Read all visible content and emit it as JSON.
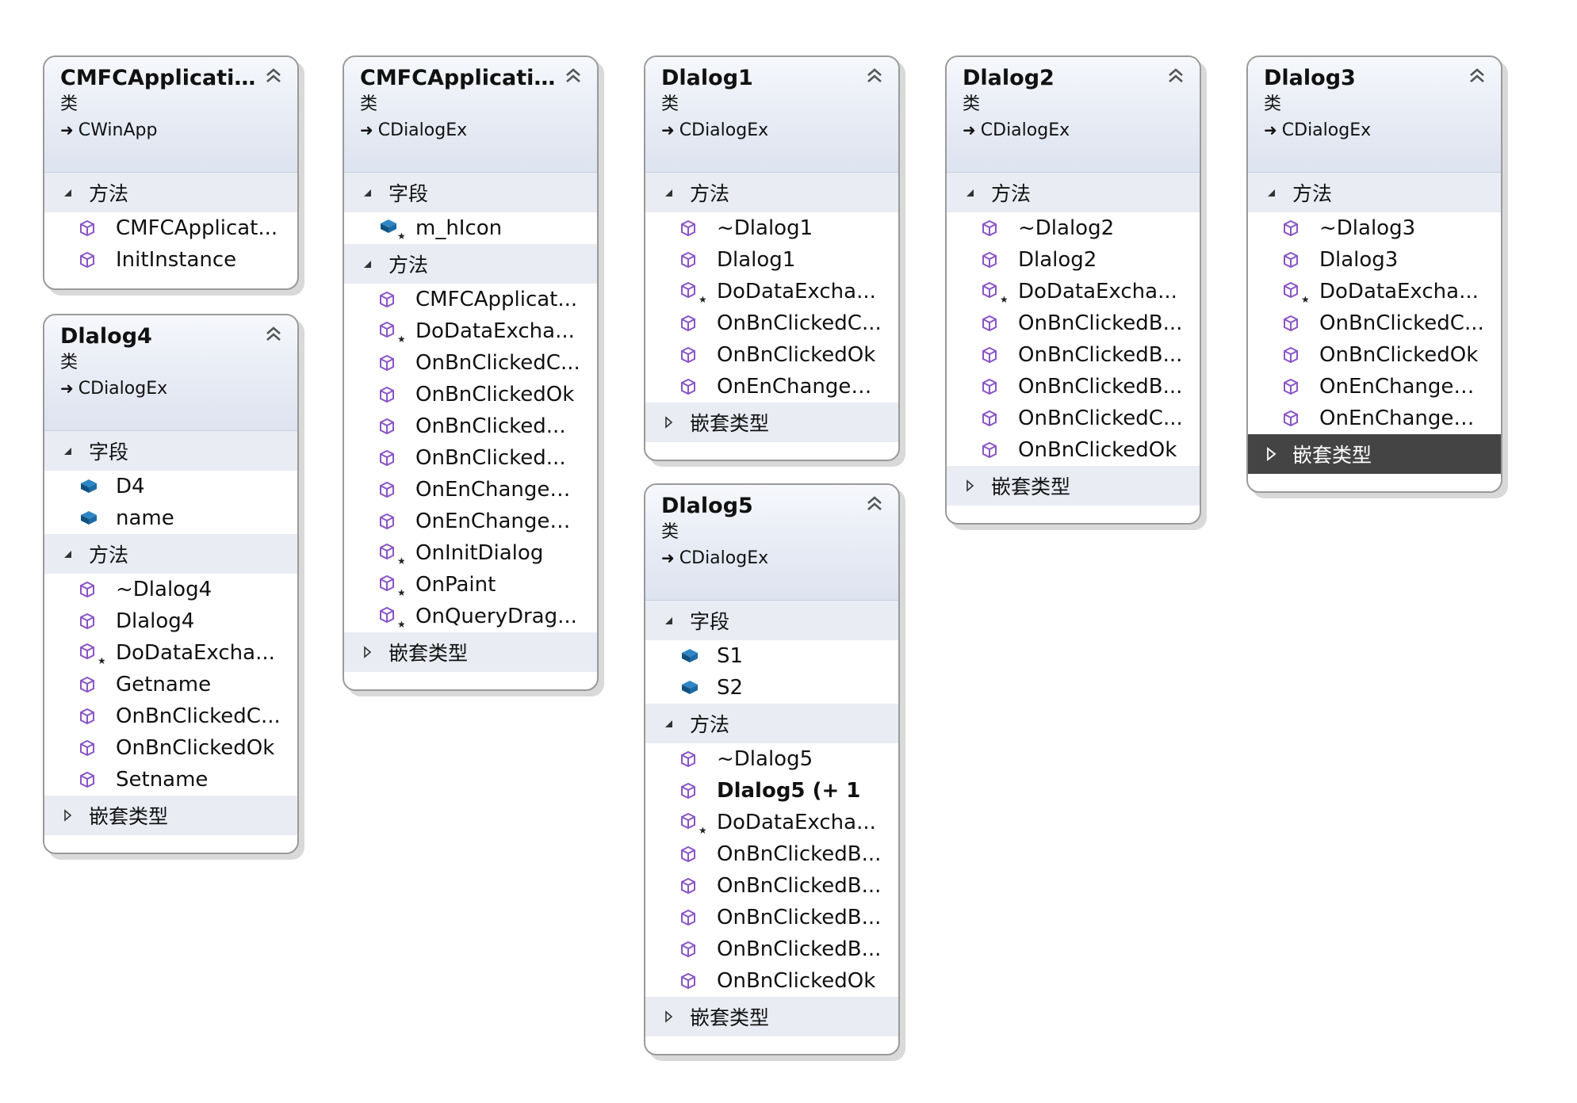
{
  "colors": {
    "method_icon": "#8a55c6",
    "field_icon": "#1c6aa6",
    "header_top": "#f6f8fc",
    "header_bottom": "#dde3f0",
    "section_bg": "#e9ecf3",
    "selected_section_bg": "#444444"
  },
  "cards": {
    "app": {
      "title": "CMFCApplicati...",
      "kind": "类",
      "base": "CWinApp",
      "methods_label": "方法",
      "methods": [
        "CMFCApplicat...",
        "InitInstance"
      ]
    },
    "dlg_main": {
      "title": "CMFCApplicati...",
      "kind": "类",
      "base": "CDialogEx",
      "fields_label": "字段",
      "fields": [
        "m_hIcon"
      ],
      "methods_label": "方法",
      "methods": [
        "CMFCApplicat...",
        "DoDataExcha...",
        "OnBnClickedC...",
        "OnBnClickedOk",
        "OnBnClicked...",
        "OnBnClicked...",
        "OnEnChangeE...",
        "OnEnChangeE...",
        "OnInitDialog",
        "OnPaint",
        "OnQueryDrag..."
      ],
      "nested_label": "嵌套类型"
    },
    "dlg1": {
      "title": "Dlalog1",
      "kind": "类",
      "base": "CDialogEx",
      "methods_label": "方法",
      "methods": [
        "~Dlalog1",
        "Dlalog1",
        "DoDataExcha...",
        "OnBnClickedC...",
        "OnBnClickedOk",
        "OnEnChangeE..."
      ],
      "nested_label": "嵌套类型"
    },
    "dlg2": {
      "title": "Dlalog2",
      "kind": "类",
      "base": "CDialogEx",
      "methods_label": "方法",
      "methods": [
        "~Dlalog2",
        "Dlalog2",
        "DoDataExcha...",
        "OnBnClickedB...",
        "OnBnClickedB...",
        "OnBnClickedB...",
        "OnBnClickedC...",
        "OnBnClickedOk"
      ],
      "nested_label": "嵌套类型"
    },
    "dlg3": {
      "title": "Dlalog3",
      "kind": "类",
      "base": "CDialogEx",
      "methods_label": "方法",
      "methods": [
        "~Dlalog3",
        "Dlalog3",
        "DoDataExcha...",
        "OnBnClickedC...",
        "OnBnClickedOk",
        "OnEnChangeE...",
        "OnEnChangeE..."
      ],
      "nested_label": "嵌套类型"
    },
    "dlg4": {
      "title": "Dlalog4",
      "kind": "类",
      "base": "CDialogEx",
      "fields_label": "字段",
      "fields": [
        "D4",
        "name"
      ],
      "methods_label": "方法",
      "methods": [
        "~Dlalog4",
        "Dlalog4",
        "DoDataExcha...",
        "Getname",
        "OnBnClickedC...",
        "OnBnClickedOk",
        "Setname"
      ],
      "nested_label": "嵌套类型"
    },
    "dlg5": {
      "title": "Dlalog5",
      "kind": "类",
      "base": "CDialogEx",
      "fields_label": "字段",
      "fields": [
        "S1",
        "S2"
      ],
      "methods_label": "方法",
      "methods": [
        "~Dlalog5",
        "Dlalog5 (+ 1",
        "DoDataExcha...",
        "OnBnClickedB...",
        "OnBnClickedB...",
        "OnBnClickedB...",
        "OnBnClickedB...",
        "OnBnClickedOk"
      ],
      "nested_label": "嵌套类型"
    }
  }
}
